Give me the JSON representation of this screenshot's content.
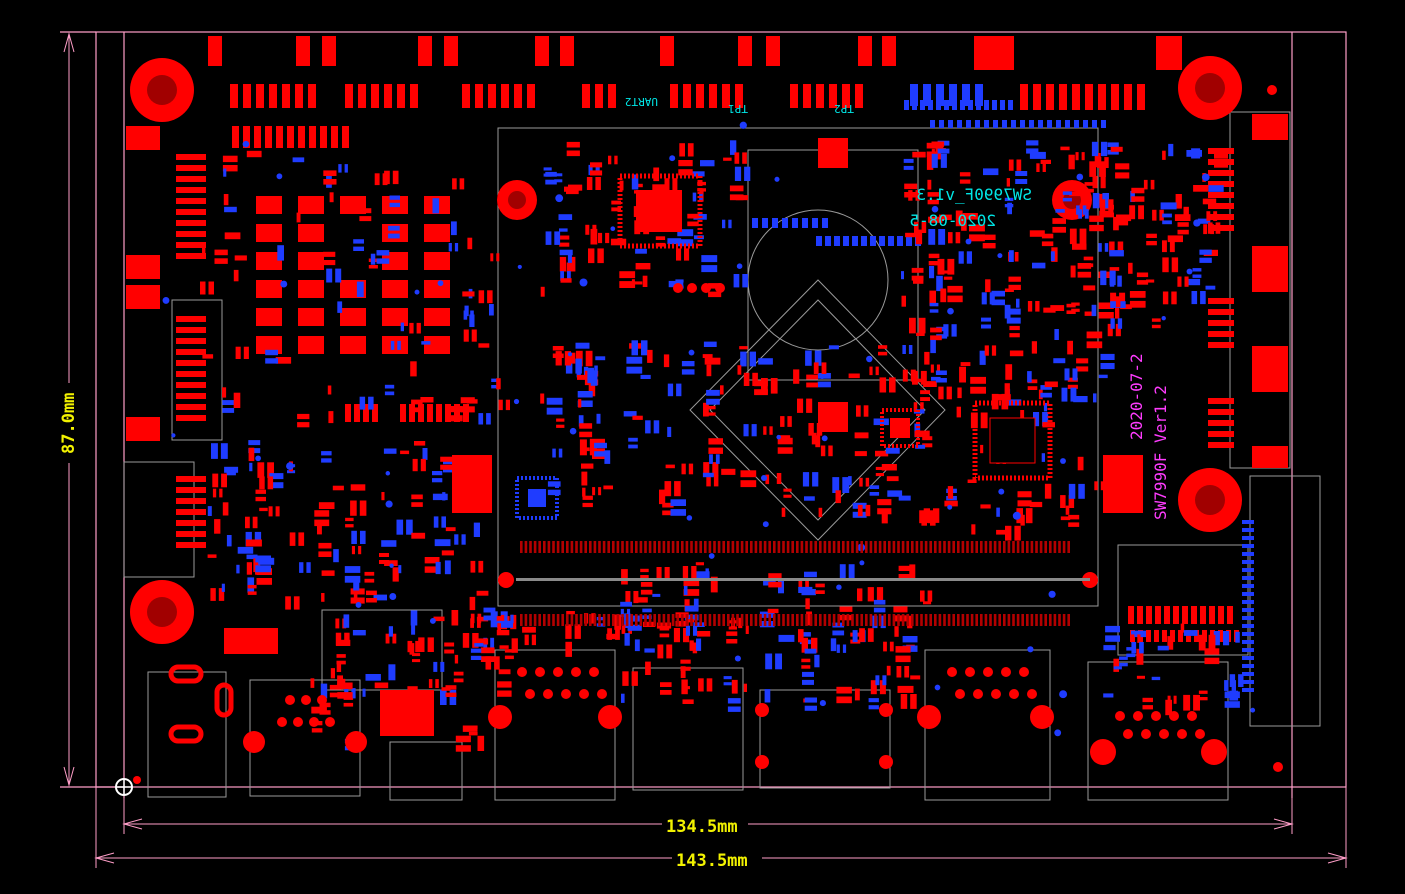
{
  "dimensions": {
    "height_label": "87.0mm",
    "inner_width_label": "134.5mm",
    "outer_width_label": "143.5mm"
  },
  "silkscreen": {
    "uart_label": "UART2",
    "tp1_label": "TP1",
    "tp2_label": "TP2",
    "part_line_1": "SW7990F_v1.3",
    "part_line_2": "2020-08-5",
    "vertical_date": "2020-07-2",
    "vertical_version": "SW7990F Ver1.2"
  },
  "colors": {
    "background": "#000000",
    "pad_red": "#ff0000",
    "pad_blue": "#1f3cff",
    "outline": "#ff9ec8",
    "trace_grey": "#9a9a9a",
    "dimension_yellow": "#f2f200",
    "silk_cyan": "#00e6e6",
    "silk_magenta": "#ff3cff"
  }
}
